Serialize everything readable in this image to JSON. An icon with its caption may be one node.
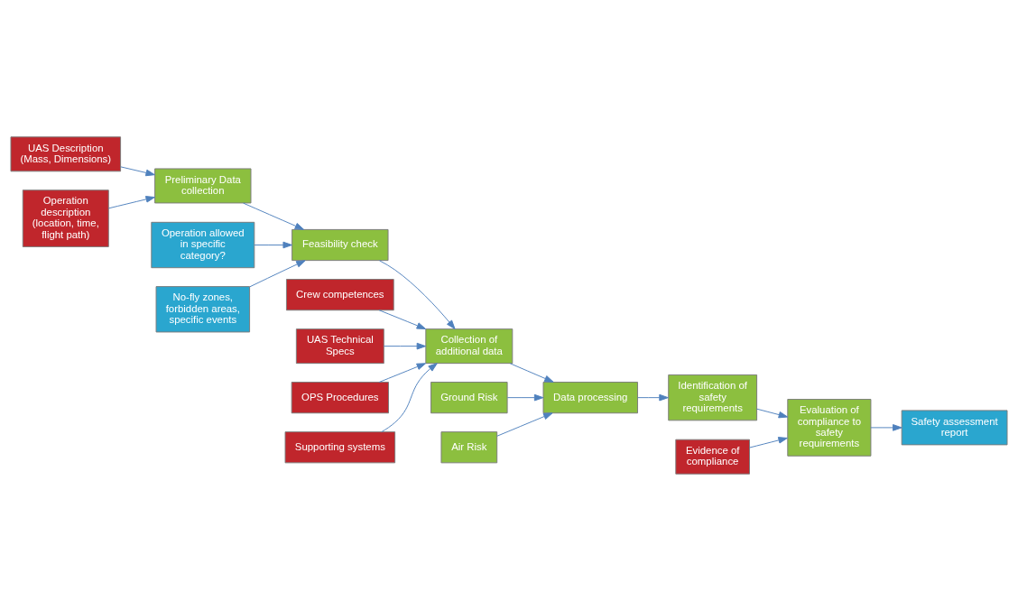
{
  "diagram": {
    "nodes": [
      {
        "text": [
          "UAS Description (Mass, Dimensions)"
        ]
      },
      {
        "text": [
          "Operation description (location, time, flight path)"
        ]
      },
      {
        "text": [
          "Preliminary Data collection"
        ]
      },
      {
        "text": [
          "Operation allowed in specific category?"
        ]
      },
      {
        "text": [
          "Feasibility check"
        ]
      },
      {
        "text": [
          "No-fly zones, forbidden areas, specific events"
        ]
      },
      {
        "text": [
          "Crew competences"
        ]
      },
      {
        "text": [
          "UAS Technical Specs"
        ]
      },
      {
        "text": [
          "OPS Procedures"
        ]
      },
      {
        "text": [
          "Supporting systems"
        ]
      },
      {
        "text": [
          "Collection of additional data"
        ]
      },
      {
        "text": [
          "Ground Risk"
        ]
      },
      {
        "text": [
          "Air Risk"
        ]
      },
      {
        "text": [
          "Data processing"
        ]
      },
      {
        "text": [
          "Identification of safety requirements"
        ]
      },
      {
        "text": [
          "Evidence of compliance"
        ]
      },
      {
        "text": [
          "Evaluation of compliance to safety requirements"
        ]
      },
      {
        "text": [
          "Safety assessment report"
        ]
      }
    ],
    "edges": [
      {
        "from": 0,
        "to": 2,
        "arrow": "to"
      },
      {
        "from": 1,
        "to": 2,
        "arrow": "to"
      },
      {
        "from": 2,
        "to": 4,
        "arrow": "to"
      },
      {
        "from": 3,
        "to": 4,
        "arrow": "to"
      },
      {
        "from": 5,
        "to": 4,
        "arrow": "to"
      },
      {
        "from": 4,
        "to": 10,
        "arrow": "to"
      },
      {
        "from": 6,
        "to": 10,
        "arrow": "to"
      },
      {
        "from": 7,
        "to": 10,
        "arrow": "to"
      },
      {
        "from": 8,
        "to": 10,
        "arrow": "to"
      },
      {
        "from": 9,
        "to": 10,
        "arrow": "to"
      },
      {
        "from": 10,
        "to": 13,
        "arrow": "to"
      },
      {
        "from": 11,
        "to": 13,
        "arrow": "to"
      },
      {
        "from": 12,
        "to": 13,
        "arrow": "to"
      },
      {
        "from": 13,
        "to": 14,
        "arrow": "to"
      },
      {
        "from": 14,
        "to": 16,
        "arrow": "to"
      },
      {
        "from": 15,
        "to": 16,
        "arrow": "to"
      },
      {
        "from": 16,
        "to": 17,
        "arrow": "to"
      }
    ]
  }
}
